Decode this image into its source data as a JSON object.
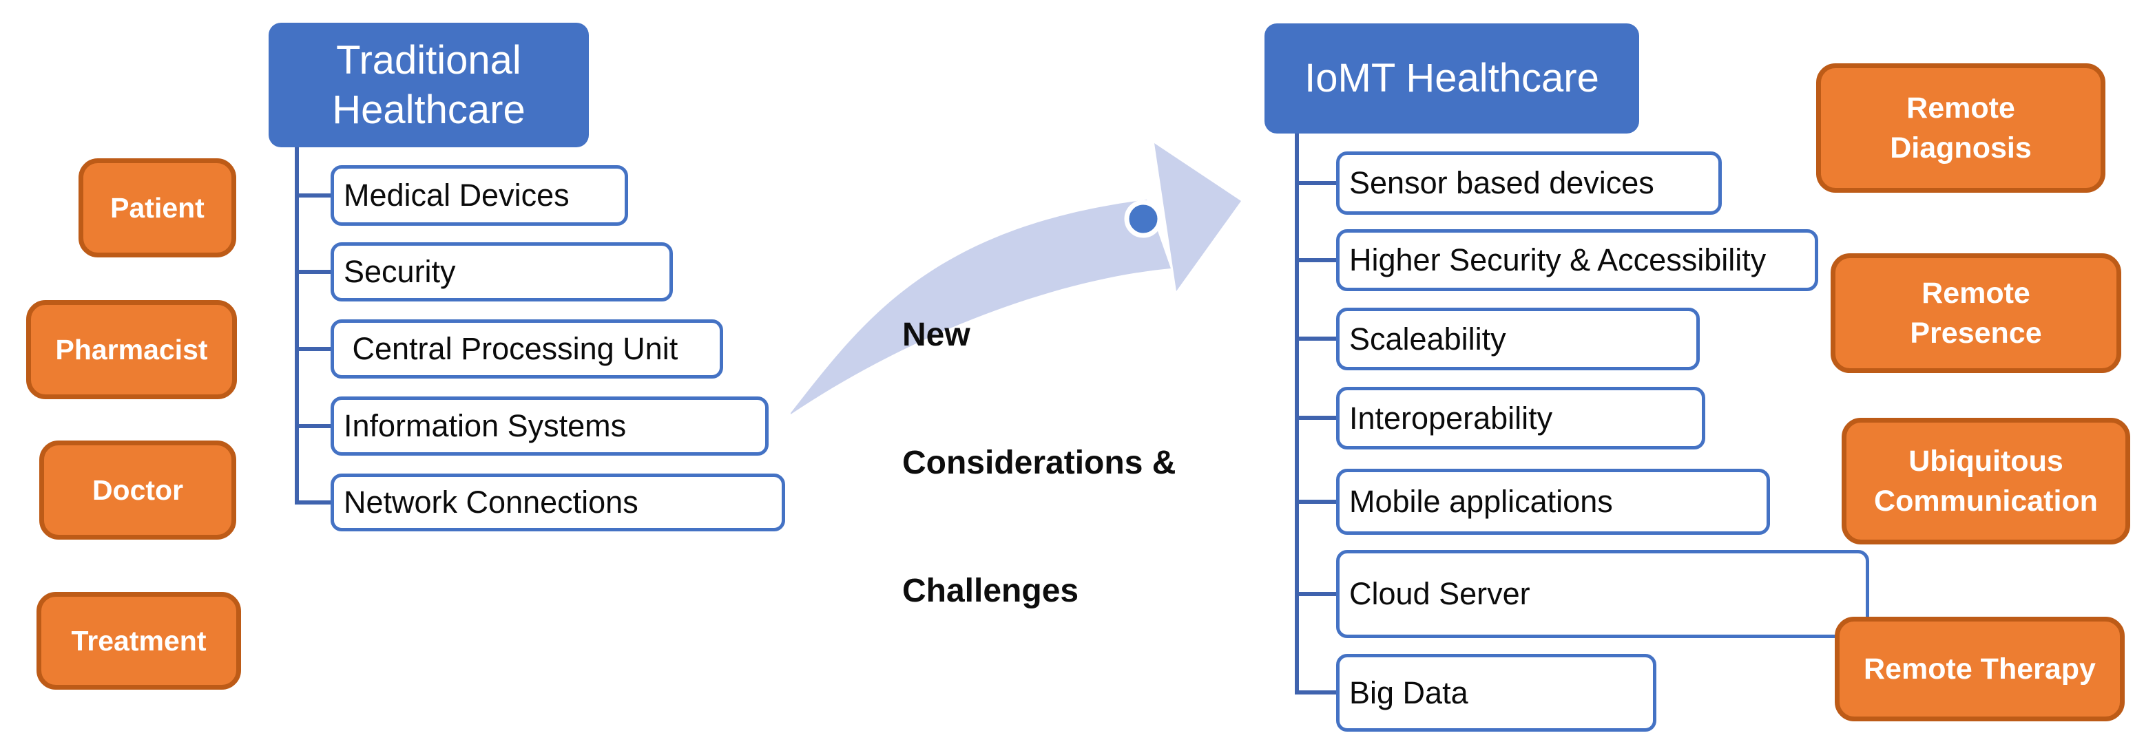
{
  "actors": {
    "items": [
      {
        "label": "Patient"
      },
      {
        "label": "Pharmacist"
      },
      {
        "label": "Doctor"
      },
      {
        "label": "Treatment"
      }
    ]
  },
  "traditional": {
    "title_lines": [
      "Traditional",
      "Healthcare"
    ],
    "items": [
      {
        "label": "Medical Devices"
      },
      {
        "label": "Security"
      },
      {
        "label": " Central Processing Unit"
      },
      {
        "label": "Information Systems"
      },
      {
        "label": "Network Connections"
      }
    ]
  },
  "transition": {
    "lines": [
      "New",
      "Considerations &",
      "Challenges"
    ]
  },
  "iomt": {
    "title_lines": [
      "IoMT Healthcare"
    ],
    "items": [
      {
        "label": "Sensor based devices"
      },
      {
        "label": "Higher Security & Accessibility"
      },
      {
        "label": "Scaleability"
      },
      {
        "label": "Interoperability"
      },
      {
        "label": "Mobile applications"
      },
      {
        "label": "Cloud Server"
      },
      {
        "label": "Big Data"
      }
    ]
  },
  "benefits": {
    "items": [
      {
        "lines": [
          "Remote",
          "Diagnosis"
        ]
      },
      {
        "lines": [
          "Remote",
          "Presence"
        ]
      },
      {
        "lines": [
          "Ubiquitous",
          "Communication"
        ]
      },
      {
        "lines": [
          "Remote Therapy"
        ]
      }
    ]
  },
  "colors": {
    "blue": "#4472C4",
    "tree_line_blue": "#3F63AE",
    "orange_fill": "#ED7D31",
    "orange_border": "#BD5B17",
    "arrow_fill": "#C9D1EC",
    "arrow_dot_blue": "#4677C8",
    "text_dark": "#0D0D0D"
  }
}
